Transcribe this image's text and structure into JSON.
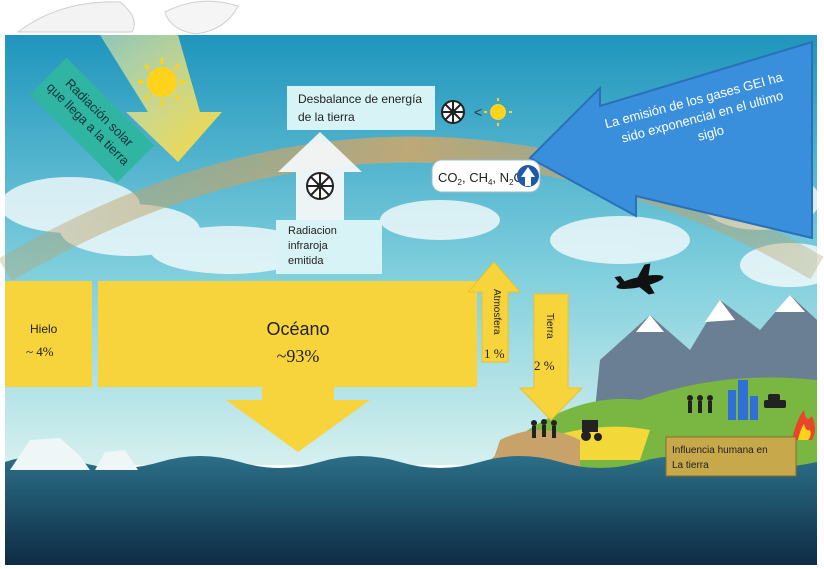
{
  "diagram": {
    "solar_label": "Radiación solar que llega a la tierra",
    "energy_box": {
      "line1": "Desbalance de energía",
      "line2": "de la tierra",
      "less_than": "<"
    },
    "ghg_box": {
      "line1": "La emisión de los gases GEI ha",
      "line2": "sido exponencial en el ultimo",
      "line3": "siglo"
    },
    "gases": {
      "co2": "CO",
      "co2_sub": "2",
      "ch4": "CH",
      "ch4_sub": "4",
      "n2o": "N",
      "n2o_sub": "2",
      "n2o_suffix": "O"
    },
    "infrared": {
      "line1": "Radiacion",
      "line2": "infraroja",
      "line3": "emitida"
    },
    "ice": {
      "label": "Hielo",
      "value": "~ 4%"
    },
    "ocean": {
      "label": "Océano",
      "value": "~93%"
    },
    "atmosphere": {
      "label": "Atmosfera",
      "value": "1 %"
    },
    "land": {
      "label": "Tierra",
      "value": "2 %"
    },
    "human": {
      "line1": "Influencia humana en",
      "line2": "La tierra"
    },
    "colors": {
      "sky_top": "#2e9fc3",
      "sky_bottom": "#c8ecef",
      "ocean_top": "#2a6f86",
      "ocean_bottom": "#0f2c45",
      "arrow_yellow": "#f8d43c",
      "teal_box": "#2fb5a2",
      "blue_arrow": "#3a8fdc",
      "label_bg": "#d8f3f5",
      "human_box": "#c7a84b",
      "arc": "#c9a46a"
    }
  }
}
